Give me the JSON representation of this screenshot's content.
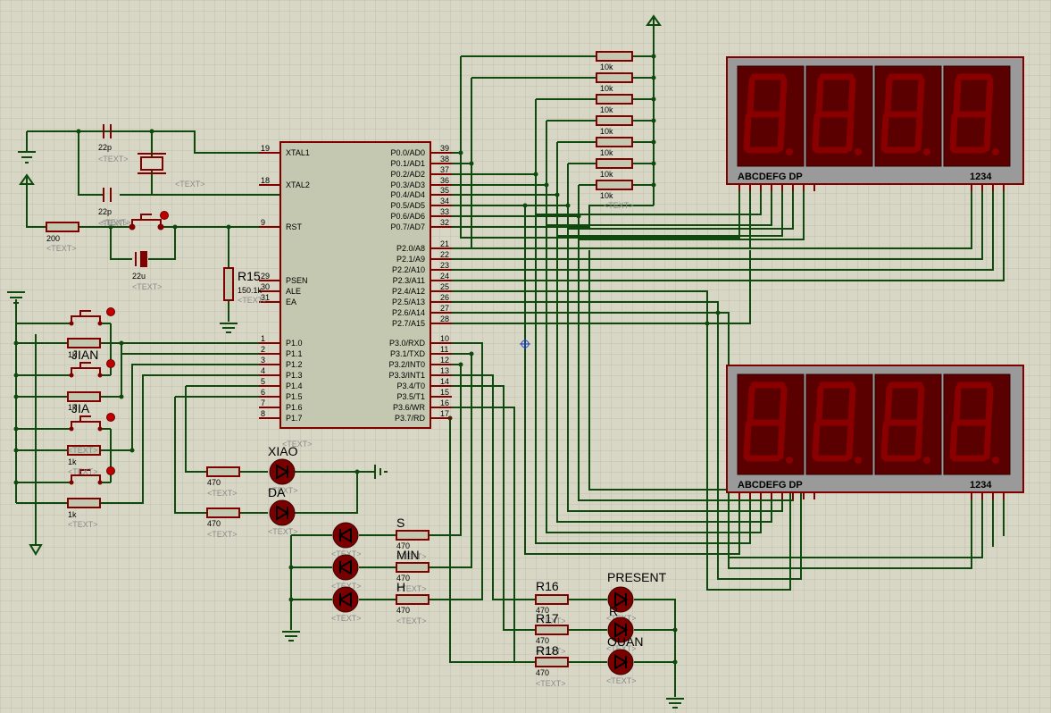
{
  "mcu": {
    "left_pins": [
      {
        "num": "19",
        "label": "XTAL1"
      },
      {
        "num": "18",
        "label": "XTAL2"
      },
      {
        "num": "9",
        "label": "RST"
      },
      {
        "num": "29",
        "label": "PSEN"
      },
      {
        "num": "30",
        "label": "ALE"
      },
      {
        "num": "31",
        "label": "EA"
      },
      {
        "num": "1",
        "label": "P1.0"
      },
      {
        "num": "2",
        "label": "P1.1"
      },
      {
        "num": "3",
        "label": "P1.2"
      },
      {
        "num": "4",
        "label": "P1.3"
      },
      {
        "num": "5",
        "label": "P1.4"
      },
      {
        "num": "6",
        "label": "P1.5"
      },
      {
        "num": "7",
        "label": "P1.6"
      },
      {
        "num": "8",
        "label": "P1.7"
      }
    ],
    "right_pins": [
      {
        "num": "39",
        "label": "P0.0/AD0"
      },
      {
        "num": "38",
        "label": "P0.1/AD1"
      },
      {
        "num": "37",
        "label": "P0.2/AD2"
      },
      {
        "num": "36",
        "label": "P0.3/AD3"
      },
      {
        "num": "35",
        "label": "P0.4/AD4"
      },
      {
        "num": "34",
        "label": "P0.5/AD5"
      },
      {
        "num": "33",
        "label": "P0.6/AD6"
      },
      {
        "num": "32",
        "label": "P0.7/AD7"
      },
      {
        "num": "21",
        "label": "P2.0/A8"
      },
      {
        "num": "22",
        "label": "P2.1/A9"
      },
      {
        "num": "23",
        "label": "P2.2/A10"
      },
      {
        "num": "24",
        "label": "P2.3/A11"
      },
      {
        "num": "25",
        "label": "P2.4/A12"
      },
      {
        "num": "26",
        "label": "P2.5/A13"
      },
      {
        "num": "27",
        "label": "P2.6/A14"
      },
      {
        "num": "28",
        "label": "P2.7/A15"
      },
      {
        "num": "10",
        "label": "P3.0/RXD"
      },
      {
        "num": "11",
        "label": "P3.1/TXD"
      },
      {
        "num": "12",
        "label": "P3.2/INT0"
      },
      {
        "num": "13",
        "label": "P3.3/INT1"
      },
      {
        "num": "14",
        "label": "P3.4/T0"
      },
      {
        "num": "15",
        "label": "P3.5/T1"
      },
      {
        "num": "16",
        "label": "P3.6/WR"
      },
      {
        "num": "17",
        "label": "P3.7/RD"
      }
    ],
    "text_tag": "<TEXT>"
  },
  "crystal": {
    "cap_value": "22p",
    "text_tag": "<TEXT>"
  },
  "reset": {
    "res_value": "200",
    "cap_value": "22u",
    "text_tag": "<TEXT>"
  },
  "r15": {
    "ref": "R15",
    "value": "150.1k",
    "text_tag": "<TEXT>"
  },
  "pullups": {
    "value": "10k",
    "text_tag": "<TEXT>"
  },
  "buttons": {
    "jian": "JIAN",
    "jia": "JIA",
    "res_value": "1k",
    "res_value_short": "1k",
    "text_tag": "<TEXT>"
  },
  "leds": {
    "xiao": "XIAO",
    "da": "DA",
    "s": "S",
    "min": "MIN",
    "h": "H",
    "present": "PRESENT",
    "r16": "R16",
    "r17": "R17",
    "r18": "R18",
    "r_tag": "R",
    "ouan": "OUAN",
    "res_value": "470",
    "text_tag": "<TEXT>"
  },
  "display": {
    "seg_labels": "ABCDEFG  DP",
    "digit_labels": "1234"
  },
  "colors": {
    "wire": "#0e4a0e",
    "component": "#800000",
    "body": "#c5c8b0",
    "led": "#7a0000",
    "display_frame": "#9a9a9a",
    "display_bg": "#5a0000",
    "segment": "#8a0000"
  }
}
